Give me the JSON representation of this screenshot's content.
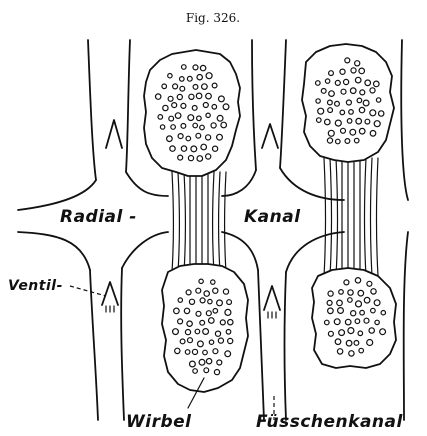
{
  "figure": {
    "title": "Fig. 326.",
    "labels": {
      "radial": "Radial -",
      "kanal": "Kanal",
      "ventil": "Ventil-",
      "wirbel": "Wirbel",
      "fusschenkanal": "Füsschenkanal"
    }
  }
}
